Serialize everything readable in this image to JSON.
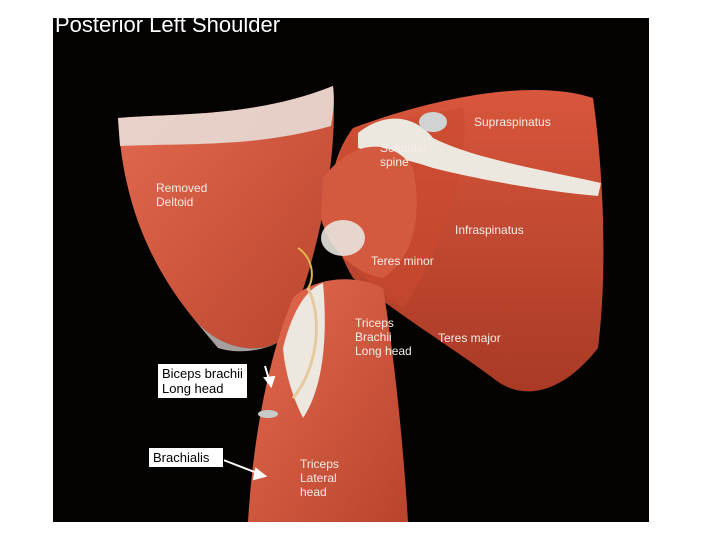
{
  "title": "Posterior Left Shoulder",
  "labels": {
    "supraspinatus": "Supraspinatus",
    "scapular_spine": "Scapular\nspine",
    "removed_deltoid": "Removed\nDeltoid",
    "infraspinatus": "Infraspinatus",
    "teres_minor": "Teres minor",
    "triceps_long": "Triceps\nBrachii\nLong head",
    "teres_major": "Teres major",
    "biceps_long": "Biceps brachii\nLong head",
    "brachialis": "Brachialis",
    "triceps_lateral": "Triceps\nLateral\nhead"
  },
  "colors": {
    "background": "#050302",
    "muscle": "#d9583e",
    "muscle_dark": "#a83a27",
    "tendon": "#ede8df",
    "label_text": "#f4ece8"
  }
}
